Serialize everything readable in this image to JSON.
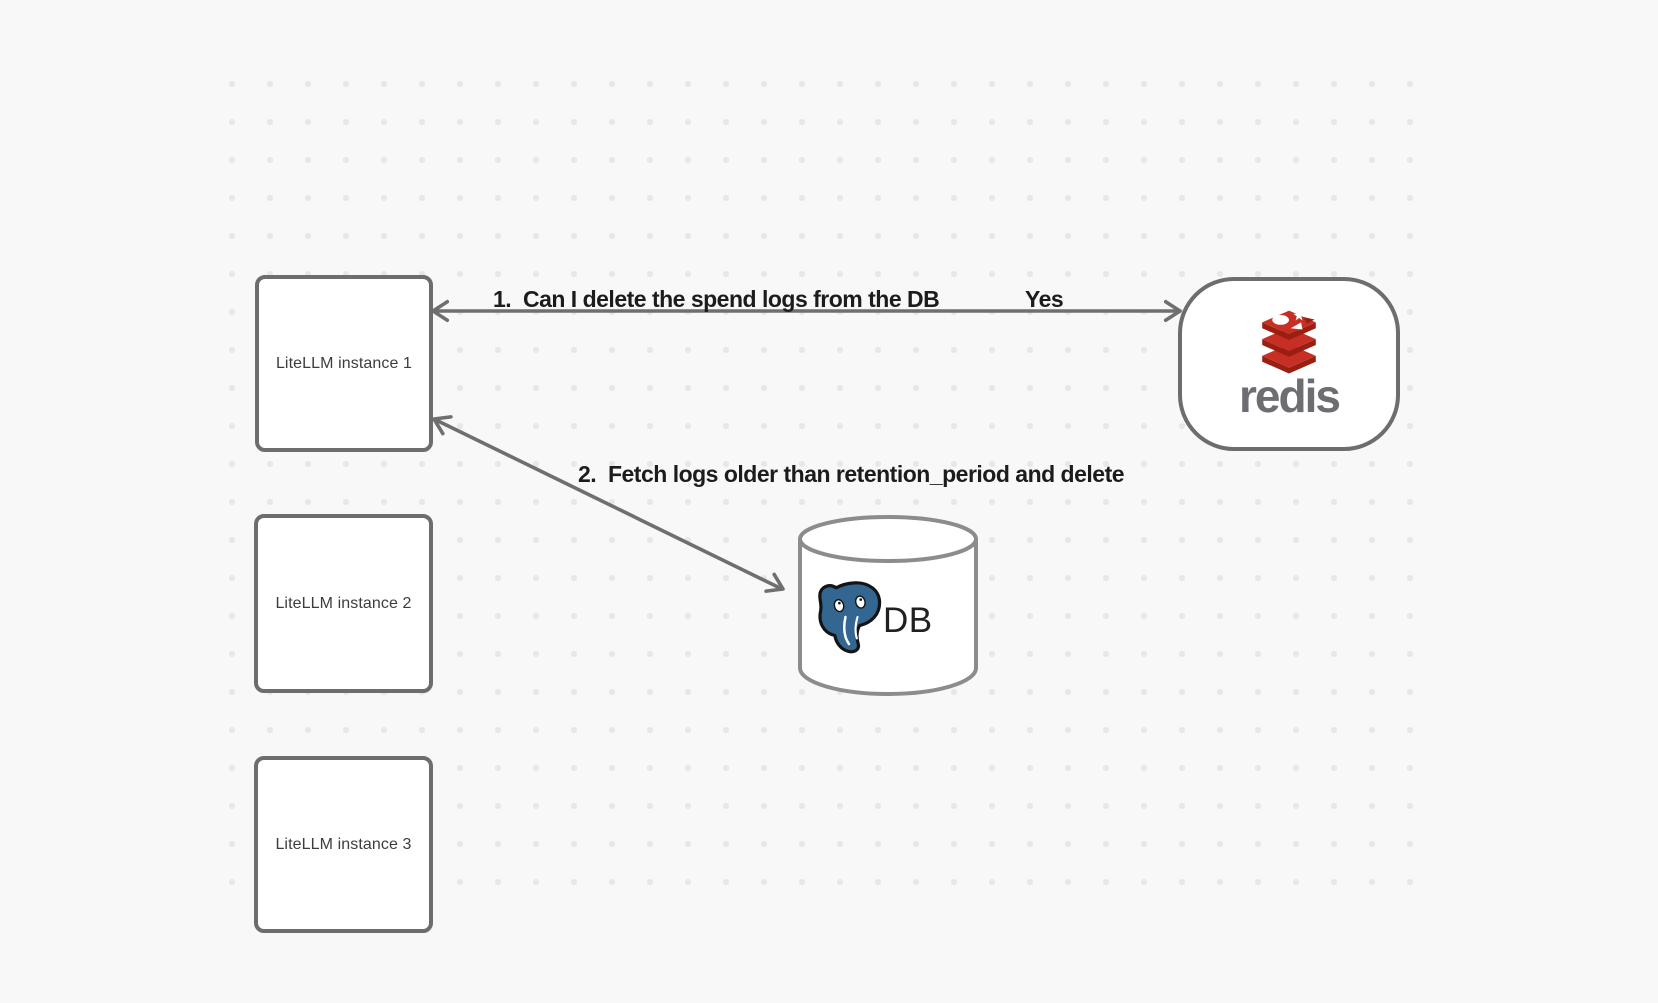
{
  "diagram": {
    "nodes": {
      "instance1": {
        "label": "LiteLLM instance 1"
      },
      "instance2": {
        "label": "LiteLLM instance 2"
      },
      "instance3": {
        "label": "LiteLLM instance 3"
      },
      "redis": {
        "wordmark": "redis",
        "icon": "redis-logo"
      },
      "db": {
        "label": "DB",
        "icon": "postgresql-logo"
      }
    },
    "edges": {
      "redis_query": {
        "from": "instance1",
        "to": "redis",
        "label": "1.  Can I delete the spend logs from the DB",
        "answer": "Yes"
      },
      "db_fetch": {
        "from": "instance1",
        "to": "db",
        "label": "2.  Fetch logs older than retention_period and delete"
      }
    }
  },
  "colors": {
    "background": "#f8f8f8",
    "grid_dot": "#e7e7e7",
    "node_border": "#6d6d6d",
    "node_fill": "#ffffff",
    "node_text": "#3d3d3d",
    "arrow": "#6f6f6f",
    "edge_label_text": "#1c1c1c",
    "cylinder_stroke": "#8c8c8c",
    "redis_red": "#c72f24",
    "redis_red_dark": "#9a1e12",
    "redis_wordmark": "#6d6d72",
    "postgres_blue": "#336791",
    "db_text": "#212121"
  }
}
